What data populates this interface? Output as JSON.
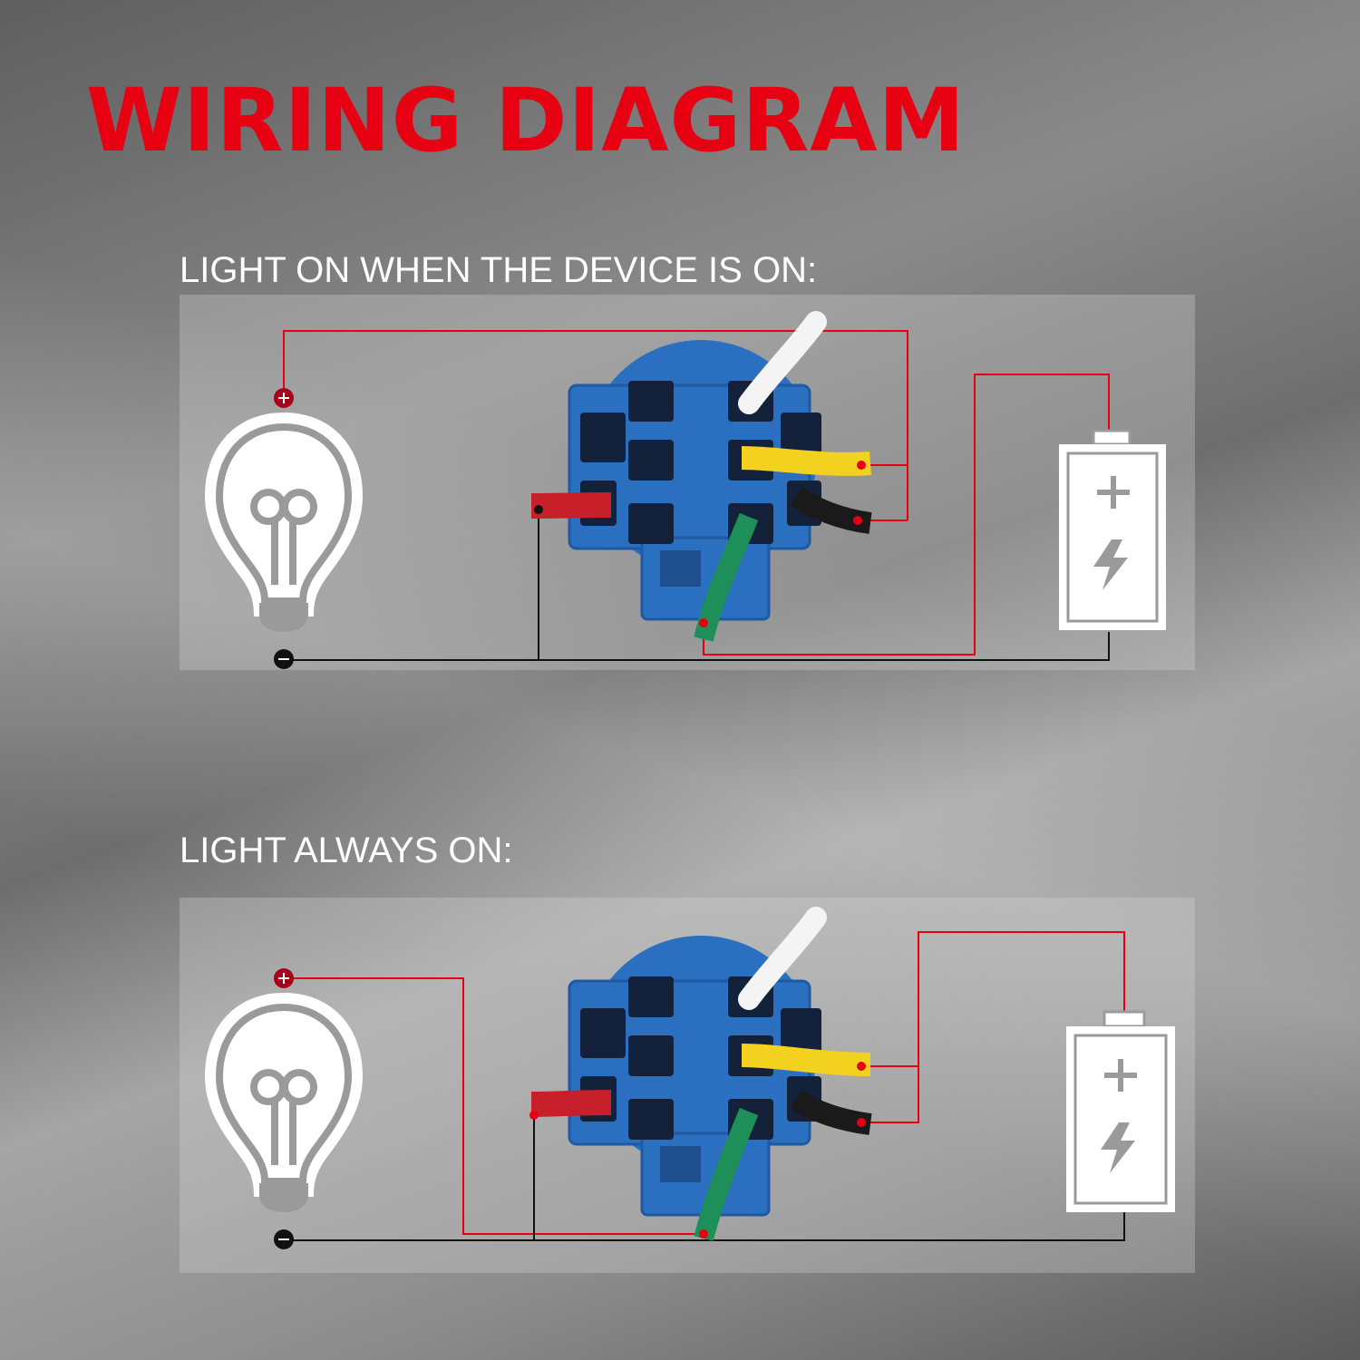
{
  "title": "WIRING DIAGRAM",
  "colors": {
    "title": "#e60012",
    "label": "#ffffff",
    "wire_positive": "#e60012",
    "wire_negative": "#111111",
    "switch_body": "#2a6fc0",
    "wire_red": "#c8202a",
    "wire_white": "#f4f4f4",
    "wire_yellow": "#f2d21e",
    "wire_black": "#1a1a1a",
    "wire_green": "#1f8f5a"
  },
  "sections": [
    {
      "label": "LIGHT ON WHEN THE DEVICE IS ON:"
    },
    {
      "label": "LIGHT ALWAYS ON:"
    }
  ],
  "icons": {
    "bulb": "light-bulb-icon",
    "battery": "battery-icon",
    "plus": "positive-terminal-icon",
    "minus": "negative-terminal-icon"
  }
}
